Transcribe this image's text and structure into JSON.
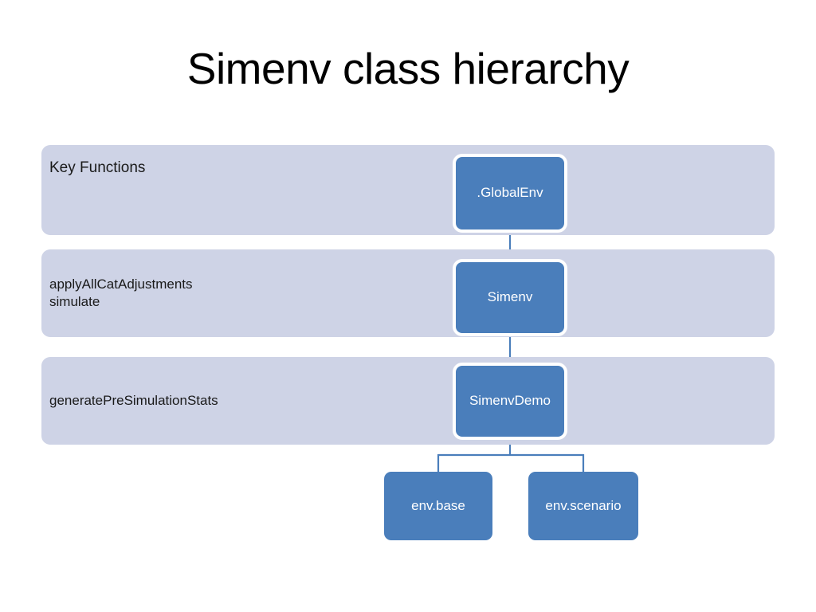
{
  "slide": {
    "title": "Simenv class hierarchy",
    "background_color": "#ffffff"
  },
  "theme": {
    "band_color": "#ced3e6",
    "node_fill": "#4a7ebb",
    "node_text": "#ffffff",
    "node_border": "#ffffff",
    "connector_color": "#4a7ebb",
    "label_text": "#1a1a1a"
  },
  "bands": [
    {
      "id": "band-1",
      "label": "Key Functions",
      "functions": []
    },
    {
      "id": "band-2",
      "label": "applyAllCatAdjustments\nsimulate",
      "functions": [
        "applyAllCatAdjustments",
        "simulate"
      ]
    },
    {
      "id": "band-3",
      "label": "generatePreSimulationStats",
      "functions": [
        "generatePreSimulationStats"
      ]
    }
  ],
  "nodes": {
    "globalenv": {
      "label": ".GlobalEnv",
      "band": "band-1"
    },
    "simenv": {
      "label": "Simenv",
      "band": "band-2"
    },
    "simenvdemo": {
      "label": "SimenvDemo",
      "band": "band-3"
    },
    "envbase": {
      "label": "env.base",
      "band": ""
    },
    "envscenario": {
      "label": "env.scenario",
      "band": ""
    }
  },
  "edges": [
    {
      "from": ".GlobalEnv",
      "to": "Simenv"
    },
    {
      "from": "Simenv",
      "to": "SimenvDemo"
    },
    {
      "from": "SimenvDemo",
      "to": "env.base"
    },
    {
      "from": "SimenvDemo",
      "to": "env.scenario"
    }
  ]
}
